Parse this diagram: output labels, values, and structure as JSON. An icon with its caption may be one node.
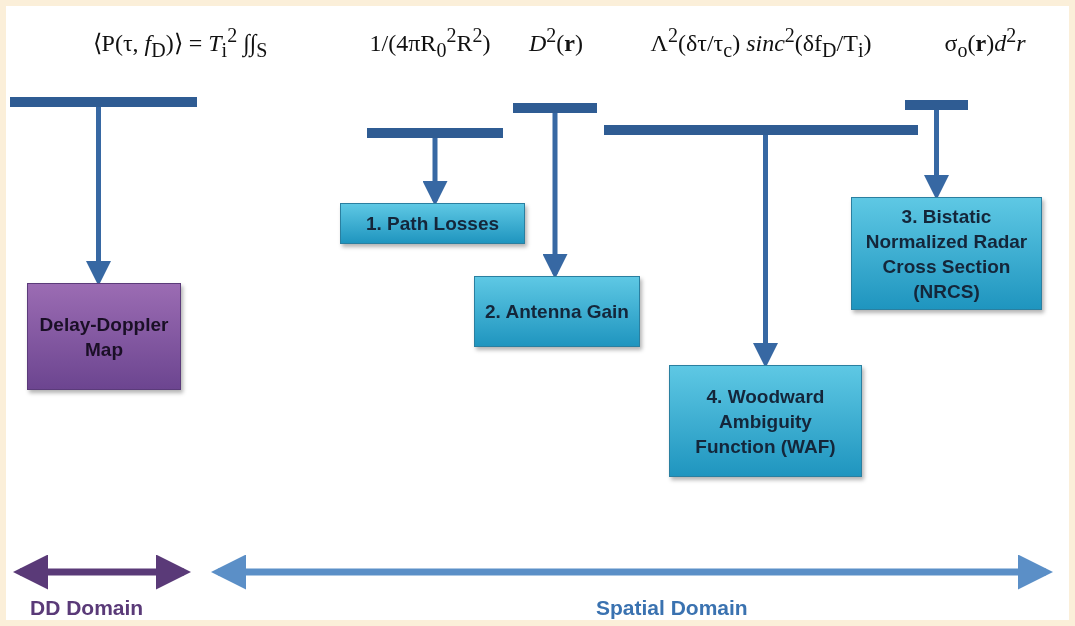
{
  "diagram": {
    "nodes": [
      {
        "text": [],
        "shape": "bar"
      },
      {
        "text": [],
        "shape": "bar"
      },
      {
        "text": [],
        "shape": "bar"
      },
      {
        "text": [],
        "shape": "bar"
      },
      {
        "text": [],
        "shape": "bar"
      },
      {
        "text": [
          "Delay-Doppler Map"
        ]
      },
      {
        "text": [
          "1. Path Losses"
        ]
      },
      {
        "text": [
          "2. Antenna Gain"
        ]
      },
      {
        "text": [
          "3. Bistatic Normalized Radar Cross Section (NRCS)"
        ]
      },
      {
        "text": [
          "4. Woodward Ambiguity Function (WAF)"
        ]
      }
    ],
    "edges": [
      {
        "from": 0,
        "to": 5,
        "arrow": "to"
      },
      {
        "from": 1,
        "to": 6,
        "arrow": "to"
      },
      {
        "from": 2,
        "to": 7,
        "arrow": "to"
      },
      {
        "from": 3,
        "to": 9,
        "arrow": "to"
      },
      {
        "from": 4,
        "to": 8,
        "arrow": "to"
      }
    ],
    "labels": [
      "⟨P(τ, *f*$_{D}$)⟩ = *T*$_{i}$$^{2}$ ∫∫$_{S}$",
      "1/(4πR$_{0}$$^{2}$R$^{2}$)",
      "*D*$^{2}$(**r**)",
      "Λ$^{2}$(δτ/τ$_{c}$) *sinc*$^{2}$(δf$_{D}$/T$_{i}$)",
      "σ$_{o}$(**r**)*d*$^{2}$*r*",
      "DD Domain",
      "Spatial Domain"
    ]
  }
}
